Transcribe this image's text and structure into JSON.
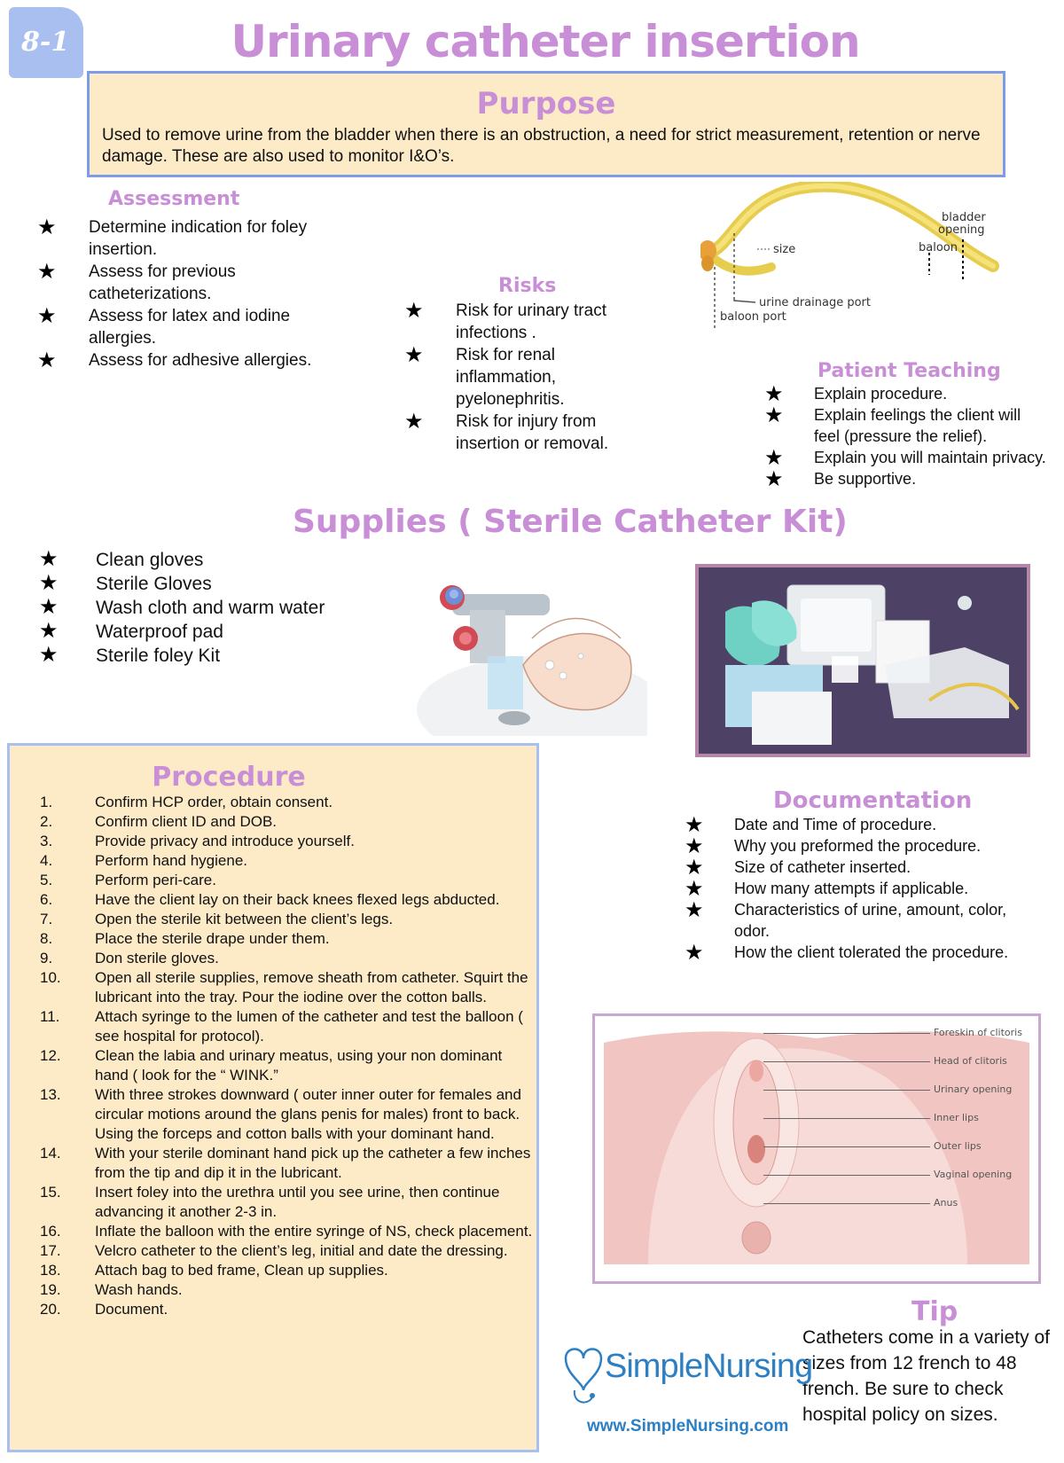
{
  "page_tab": "8-1",
  "title": "Urinary catheter insertion",
  "purpose": {
    "heading": "Purpose",
    "text": "Used to remove urine from the bladder when there is an obstruction, a need for strict measurement, retention or nerve damage. These are also used to monitor I&O’s."
  },
  "assessment": {
    "heading": "Assessment",
    "items": [
      "Determine indication for foley insertion.",
      "Assess for previous catheterizations.",
      "Assess for latex and iodine allergies.",
      "Assess for adhesive allergies."
    ]
  },
  "risks": {
    "heading": "Risks",
    "items": [
      "Risk for urinary tract infections .",
      "Risk for renal inflammation, pyelonephritis.",
      "Risk for injury from insertion or removal."
    ]
  },
  "catheter_diagram": {
    "labels": {
      "bladder_opening": "bladder opening",
      "baloon": "baloon",
      "size": "size",
      "drainage_port": "urine drainage port",
      "baloon_port": "baloon port"
    }
  },
  "patient_teaching": {
    "heading": "Patient Teaching",
    "items": [
      "Explain procedure.",
      "Explain feelings the client will feel (pressure the relief).",
      "Explain you will maintain privacy.",
      "Be supportive."
    ]
  },
  "supplies": {
    "heading": "Supplies ( Sterile Catheter Kit)",
    "items": [
      "Clean gloves",
      "Sterile Gloves",
      "Wash cloth and warm water",
      "Waterproof pad",
      "Sterile foley Kit"
    ]
  },
  "procedure": {
    "heading": "Procedure",
    "steps": [
      {
        "n": "1.",
        "text": "Confirm HCP order, obtain consent."
      },
      {
        "n": "2.",
        "text": "Confirm client ID and DOB."
      },
      {
        "n": "3.",
        "text": "Provide privacy and introduce yourself."
      },
      {
        "n": "4.",
        "text": "Perform hand hygiene."
      },
      {
        "n": "5.",
        "text": "Perform peri-care."
      },
      {
        "n": "6.",
        "text": "Have the client lay on their back knees flexed legs abducted."
      },
      {
        "n": "7.",
        "text": "Open the sterile kit between the client’s legs."
      },
      {
        "n": "8.",
        "text": "Place the sterile drape under them."
      },
      {
        "n": "9.",
        "text": "Don sterile gloves."
      },
      {
        "n": "10.",
        "text": "Open all sterile supplies, remove sheath from catheter. Squirt the lubricant into the tray. Pour the iodine over the cotton balls."
      },
      {
        "n": "11.",
        "text": "Attach syringe to the lumen of the catheter and test the balloon ( see hospital for protocol)."
      },
      {
        "n": "12.",
        "text": "Clean the labia and urinary meatus, using your non dominant hand ( look for the “ WINK.”"
      },
      {
        "n": "13.",
        "text": "With three strokes downward ( outer inner outer for females and circular motions around the glans penis for males) front to back. Using the forceps and cotton balls with your dominant hand."
      },
      {
        "n": "14.",
        "text": "With your sterile dominant hand pick up the catheter a few inches from the tip and dip it in the lubricant."
      },
      {
        "n": "15.",
        "text": "Insert foley into the urethra until you see urine, then continue advancing it another 2-3 in."
      },
      {
        "n": "16.",
        "text": "Inflate the balloon with the entire syringe of NS, check placement."
      },
      {
        "n": "17.",
        "text": "Velcro catheter to the client’s leg, initial and date the dressing."
      },
      {
        "n": "18.",
        "text": "Attach bag to bed frame, Clean up supplies."
      },
      {
        "n": "19.",
        "text": "Wash hands."
      },
      {
        "n": "20.",
        "text": "Document."
      }
    ]
  },
  "documentation": {
    "heading": "Documentation",
    "items": [
      "Date and Time of procedure.",
      "Why you preformed the procedure.",
      "Size of catheter inserted.",
      "How many attempts if applicable.",
      "Characteristics of urine, amount, color, odor.",
      "How the client tolerated the procedure."
    ]
  },
  "anatomy_diagram": {
    "labels": [
      "Foreskin of clitoris",
      "Head of clitoris",
      "Urinary opening",
      "Inner lips",
      "Outer lips",
      "Vaginal opening",
      "Anus"
    ]
  },
  "tip": {
    "heading": "Tip",
    "text": "Catheters come in a variety of sizes from 12 french to 48 french. Be sure to check hospital policy on sizes."
  },
  "brand": {
    "name": "SimpleNursing",
    "url": "www.SimpleNursing.com"
  },
  "colors": {
    "heading_purple": "#c98fd6",
    "panel_cream": "#fdebc8",
    "border_blue": "#7d9ce6",
    "brand_blue": "#2d7fc4"
  },
  "icons": {
    "bullet": "star-icon"
  }
}
